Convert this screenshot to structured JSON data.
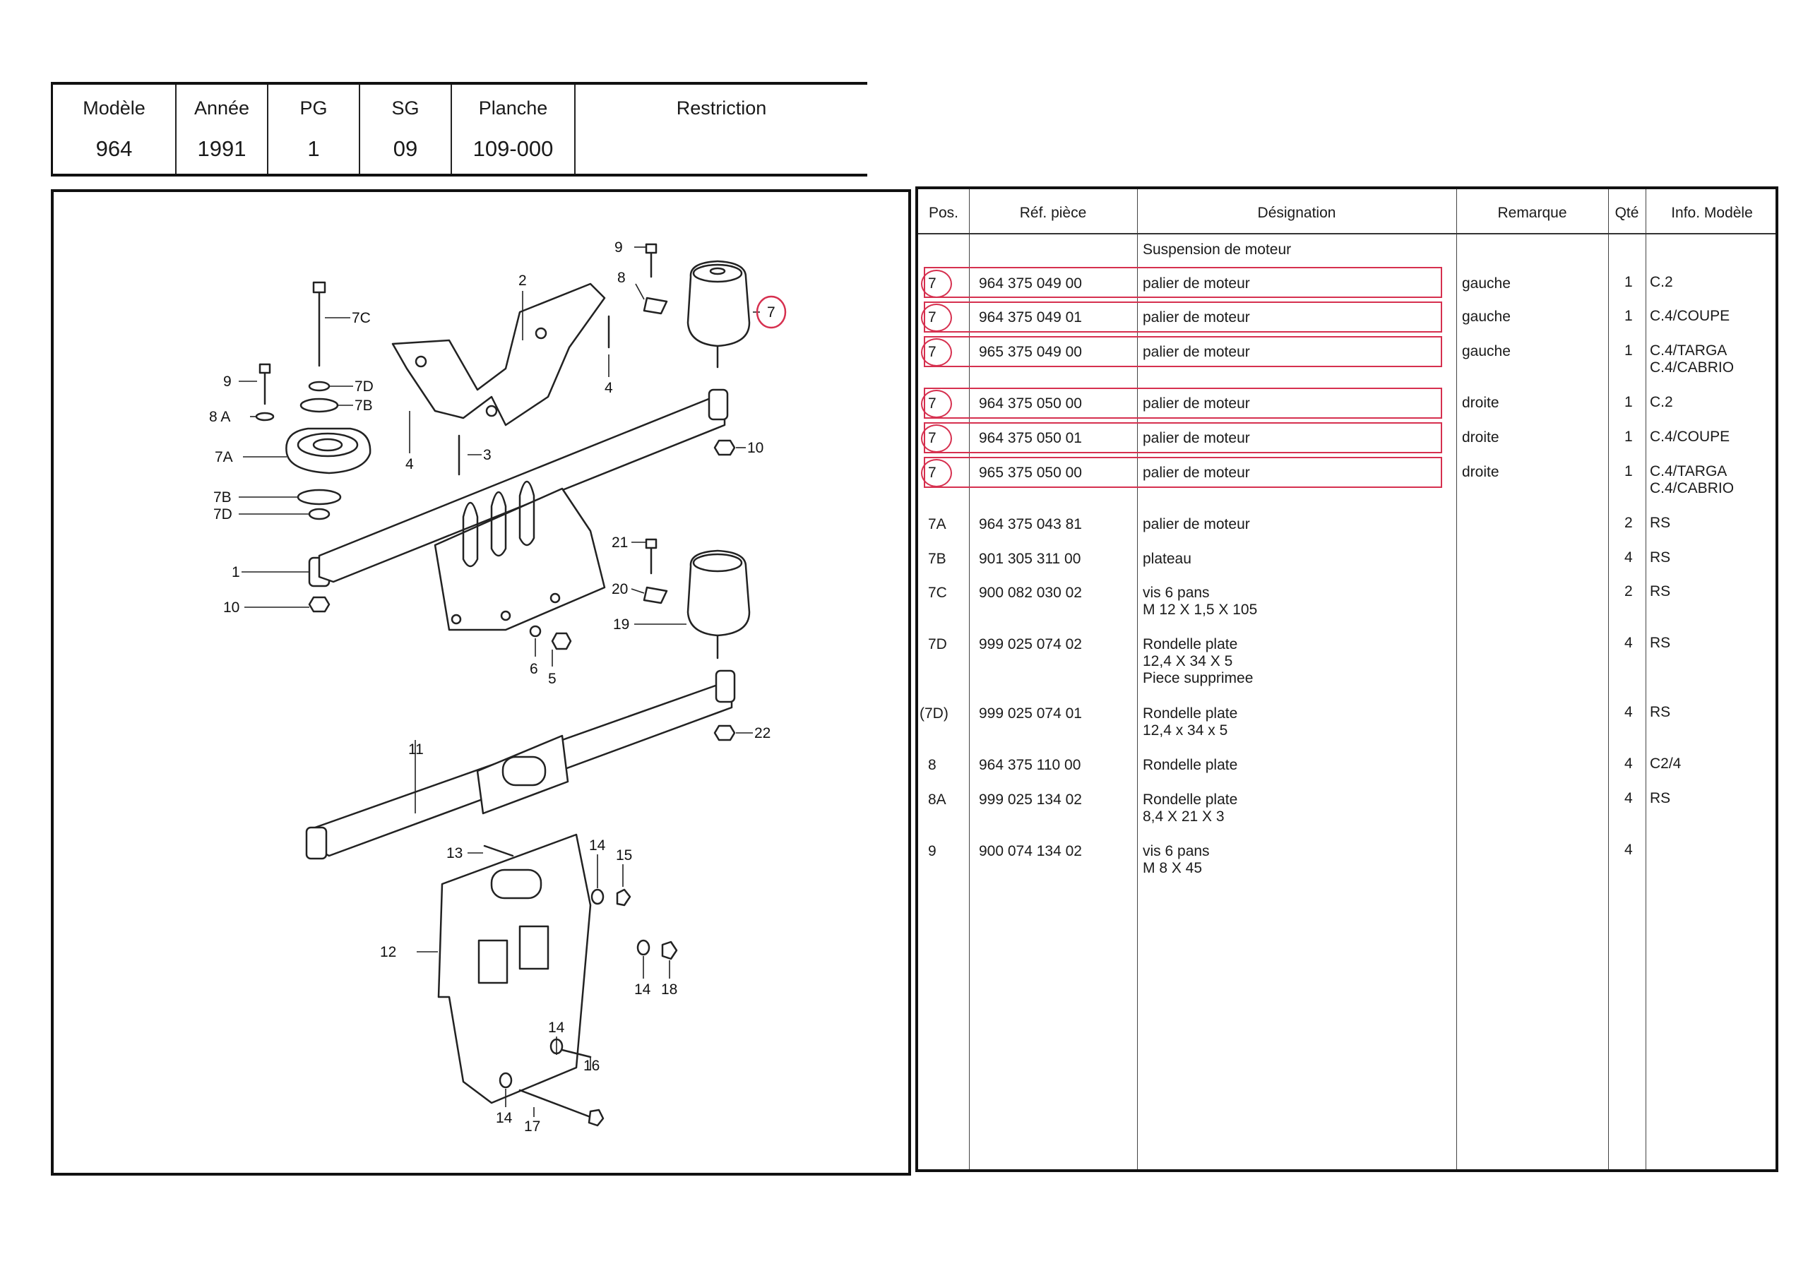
{
  "header": {
    "columns": [
      {
        "label": "Modèle",
        "value": "964"
      },
      {
        "label": "Année",
        "value": "1991"
      },
      {
        "label": "PG",
        "value": "1"
      },
      {
        "label": "SG",
        "value": "09"
      },
      {
        "label": "Planche",
        "value": "109-000"
      },
      {
        "label": "Restriction",
        "value": ""
      }
    ]
  },
  "diagram": {
    "callouts": [
      "7C",
      "9",
      "7D",
      "7B",
      "8 A",
      "7A",
      "7B",
      "7D",
      "1",
      "10",
      "2",
      "3",
      "4",
      "4",
      "9",
      "8",
      "7",
      "10",
      "21",
      "20",
      "19",
      "6",
      "5",
      "11",
      "22",
      "13",
      "14",
      "15",
      "12",
      "14",
      "18",
      "14",
      "16",
      "14",
      "17"
    ]
  },
  "parts": {
    "headers": {
      "pos": "Pos.",
      "ref": "Réf. pièce",
      "designation": "Désignation",
      "remarque": "Remarque",
      "qte": "Qté",
      "info": "Info. Modèle"
    },
    "section_title": "Suspension de moteur",
    "rows": [
      {
        "pos": "7",
        "ref": "964 375 049 00",
        "designation": "palier de moteur",
        "remarque": "gauche",
        "qte": "1",
        "info": "C.2"
      },
      {
        "pos": "7",
        "ref": "964 375 049 01",
        "designation": "palier de moteur",
        "remarque": "gauche",
        "qte": "1",
        "info": "C.4/COUPE"
      },
      {
        "pos": "7",
        "ref": "965 375 049 00",
        "designation": "palier de moteur",
        "remarque": "gauche",
        "qte": "1",
        "info": "C.4/TARGA\nC.4/CABRIO"
      },
      {
        "pos": "7",
        "ref": "964 375 050 00",
        "designation": "palier de moteur",
        "remarque": "droite",
        "qte": "1",
        "info": "C.2"
      },
      {
        "pos": "7",
        "ref": "964 375 050 01",
        "designation": "palier de moteur",
        "remarque": "droite",
        "qte": "1",
        "info": "C.4/COUPE"
      },
      {
        "pos": "7",
        "ref": "965 375 050 00",
        "designation": "palier de moteur",
        "remarque": "droite",
        "qte": "1",
        "info": "C.4/TARGA\nC.4/CABRIO"
      },
      {
        "pos": "7A",
        "ref": "964 375 043 81",
        "designation": "palier de moteur",
        "remarque": "",
        "qte": "2",
        "info": "RS"
      },
      {
        "pos": "7B",
        "ref": "901 305 311 00",
        "designation": "plateau",
        "remarque": "",
        "qte": "4",
        "info": "RS"
      },
      {
        "pos": "7C",
        "ref": "900 082 030 02",
        "designation": "vis 6 pans\nM 12 X 1,5 X 105",
        "remarque": "",
        "qte": "2",
        "info": "RS"
      },
      {
        "pos": "7D",
        "ref": "999 025 074 02",
        "designation": "Rondelle plate\n12,4 X 34 X 5\nPiece supprimee",
        "remarque": "",
        "qte": "4",
        "info": "RS"
      },
      {
        "pos": "(7D)",
        "ref": "999 025 074 01",
        "designation": "Rondelle plate\n12,4 x 34 x 5",
        "remarque": "",
        "qte": "4",
        "info": "RS"
      },
      {
        "pos": "8",
        "ref": "964 375 110 00",
        "designation": "Rondelle plate",
        "remarque": "",
        "qte": "4",
        "info": "C2/4"
      },
      {
        "pos": "8A",
        "ref": "999 025 134 02",
        "designation": "Rondelle plate\n8,4 X 21 X 3",
        "remarque": "",
        "qte": "4",
        "info": "RS"
      },
      {
        "pos": "9",
        "ref": "900 074 134 02",
        "designation": "vis 6 pans\nM 8 X 45",
        "remarque": "",
        "qte": "4",
        "info": ""
      }
    ],
    "highlight_color": "#d6304f"
  }
}
